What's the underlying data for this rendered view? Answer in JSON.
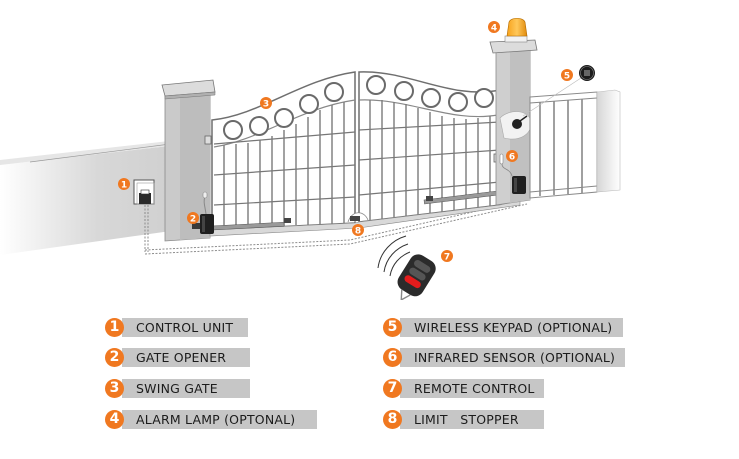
{
  "diagram": {
    "title": "Swing gate opener installation overview",
    "accent_color": "#f07820",
    "label_background": "#c6c6c6",
    "callouts": [
      {
        "number": "1",
        "target": "control-unit"
      },
      {
        "number": "2",
        "target": "gate-opener"
      },
      {
        "number": "3",
        "target": "swing-gate"
      },
      {
        "number": "4",
        "target": "alarm-lamp"
      },
      {
        "number": "5",
        "target": "wireless-keypad"
      },
      {
        "number": "6",
        "target": "infrared-sensor"
      },
      {
        "number": "7",
        "target": "remote-control"
      },
      {
        "number": "8",
        "target": "limit-stopper"
      }
    ]
  },
  "legend": {
    "items": [
      {
        "number": "1",
        "label": "CONTROL UNIT"
      },
      {
        "number": "2",
        "label": "GATE OPENER"
      },
      {
        "number": "3",
        "label": "SWING GATE"
      },
      {
        "number": "4",
        "label": "ALARM LAMP (OPTONAL)"
      },
      {
        "number": "5",
        "label": "WIRELESS KEYPAD (OPTIONAL)"
      },
      {
        "number": "6",
        "label": "INFRARED SENSOR (OPTIONAL)"
      },
      {
        "number": "7",
        "label": "REMOTE CONTROL"
      },
      {
        "number": "8",
        "label": "LIMIT   STOPPER"
      }
    ]
  }
}
